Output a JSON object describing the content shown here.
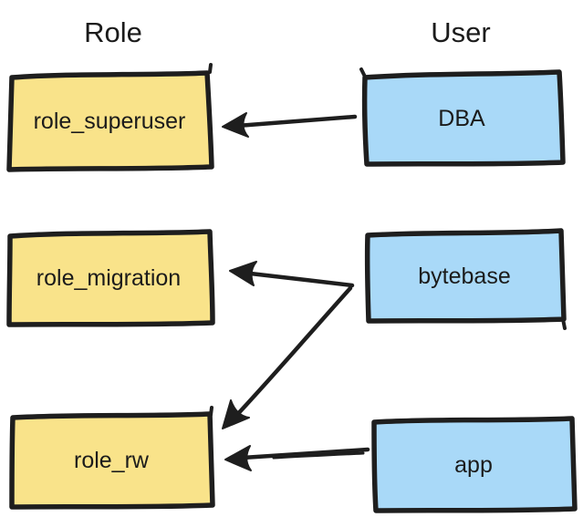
{
  "diagram": {
    "columns": [
      {
        "label": "Role"
      },
      {
        "label": "User"
      }
    ],
    "roles": [
      {
        "label": "role_superuser"
      },
      {
        "label": "role_migration"
      },
      {
        "label": "role_rw"
      }
    ],
    "users": [
      {
        "label": "DBA"
      },
      {
        "label": "bytebase"
      },
      {
        "label": "app"
      }
    ],
    "edges": [
      {
        "from": "DBA",
        "to": "role_superuser"
      },
      {
        "from": "bytebase",
        "to": "role_migration"
      },
      {
        "from": "bytebase",
        "to": "role_rw"
      },
      {
        "from": "app",
        "to": "role_rw"
      }
    ],
    "colors": {
      "role_fill": "#F9E38A",
      "user_fill": "#A9D9F8",
      "stroke": "#1E1E1E",
      "background": "#FFFFFF"
    }
  }
}
